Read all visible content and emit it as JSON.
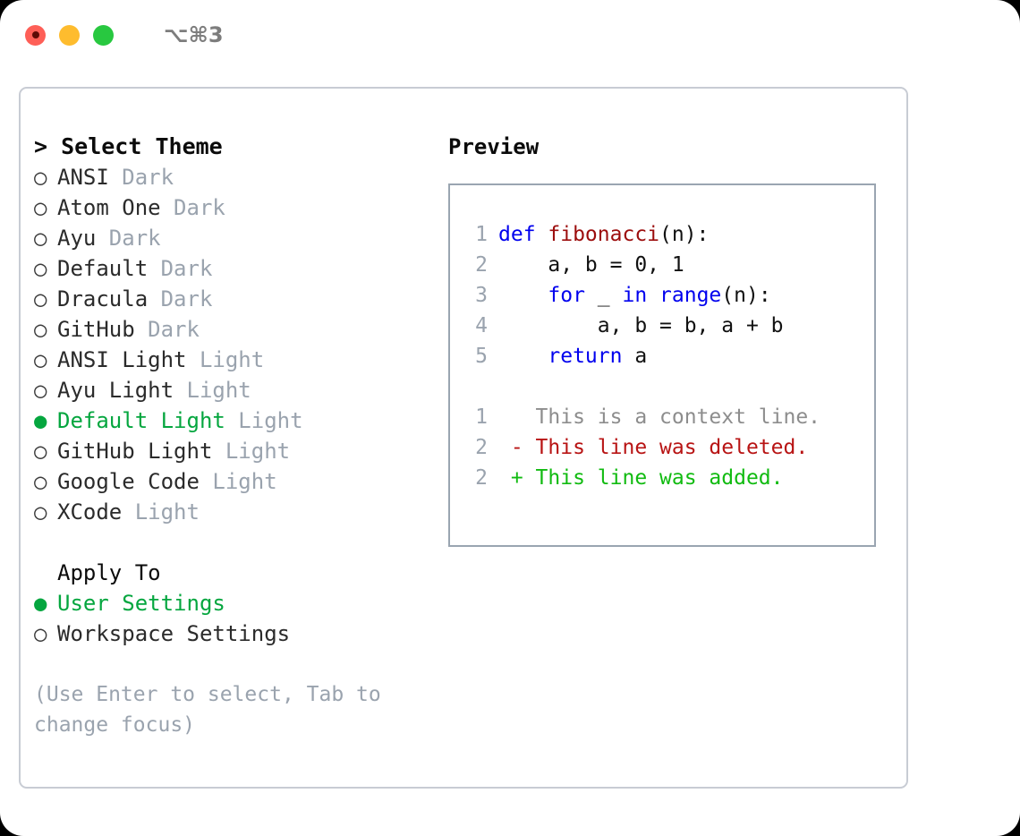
{
  "titlebar": {
    "shortcut": "⌥⌘3",
    "lights": [
      "close",
      "minimize",
      "maximize"
    ]
  },
  "theme_picker": {
    "title": "> Select Theme",
    "marker_selected": "●",
    "marker_unselected": "○",
    "items": [
      {
        "name": "ANSI",
        "tag": "Dark",
        "selected": false
      },
      {
        "name": "Atom One",
        "tag": "Dark",
        "selected": false
      },
      {
        "name": "Ayu",
        "tag": "Dark",
        "selected": false
      },
      {
        "name": "Default",
        "tag": "Dark",
        "selected": false
      },
      {
        "name": "Dracula",
        "tag": "Dark",
        "selected": false
      },
      {
        "name": "GitHub",
        "tag": "Dark",
        "selected": false
      },
      {
        "name": "ANSI Light",
        "tag": "Light",
        "selected": false
      },
      {
        "name": "Ayu Light",
        "tag": "Light",
        "selected": false
      },
      {
        "name": "Default Light",
        "tag": "Light",
        "selected": true
      },
      {
        "name": "GitHub Light",
        "tag": "Light",
        "selected": false
      },
      {
        "name": "Google Code",
        "tag": "Light",
        "selected": false
      },
      {
        "name": "XCode",
        "tag": "Light",
        "selected": false
      }
    ]
  },
  "apply_to": {
    "title": "Apply To",
    "items": [
      {
        "name": "User Settings",
        "selected": true
      },
      {
        "name": "Workspace Settings",
        "selected": false
      }
    ]
  },
  "hint": "(Use Enter to select, Tab to change focus)",
  "preview": {
    "title": "Preview",
    "code_lines": [
      {
        "num": "1",
        "tokens": [
          {
            "t": "def ",
            "c": "kw"
          },
          {
            "t": "fibonacci",
            "c": "fn"
          },
          {
            "t": "(n):",
            "c": "txt"
          }
        ]
      },
      {
        "num": "2",
        "tokens": [
          {
            "t": "    a, b = 0, 1",
            "c": "txt"
          }
        ]
      },
      {
        "num": "3",
        "tokens": [
          {
            "t": "    ",
            "c": "txt"
          },
          {
            "t": "for",
            "c": "kw"
          },
          {
            "t": " _ ",
            "c": "txt"
          },
          {
            "t": "in",
            "c": "kw"
          },
          {
            "t": " ",
            "c": "txt"
          },
          {
            "t": "range",
            "c": "kw"
          },
          {
            "t": "(n):",
            "c": "txt"
          }
        ]
      },
      {
        "num": "4",
        "tokens": [
          {
            "t": "        a, b = b, a + b",
            "c": "txt"
          }
        ]
      },
      {
        "num": "5",
        "tokens": [
          {
            "t": "    ",
            "c": "txt"
          },
          {
            "t": "return",
            "c": "kw"
          },
          {
            "t": " a",
            "c": "txt"
          }
        ]
      }
    ],
    "diff_lines": [
      {
        "num": "1",
        "tokens": [
          {
            "t": "   This is a context line.",
            "c": "ctx"
          }
        ]
      },
      {
        "num": "2",
        "tokens": [
          {
            "t": " - This line was deleted.",
            "c": "del"
          }
        ]
      },
      {
        "num": "2",
        "tokens": [
          {
            "t": " + This line was added.",
            "c": "add"
          }
        ]
      }
    ]
  },
  "colors": {
    "accent_green": "#05a63f",
    "muted_gray": "#9aa3ae",
    "panel_border": "#c8ccd4",
    "preview_border": "#9aa5b1",
    "keyword_blue": "#0000ee",
    "function_red": "#9c0d0d",
    "diff_added": "#11bb11",
    "diff_deleted": "#b81414",
    "light_close": "#fe5f57",
    "light_minimize": "#febc2e",
    "light_maximize": "#28c840"
  }
}
